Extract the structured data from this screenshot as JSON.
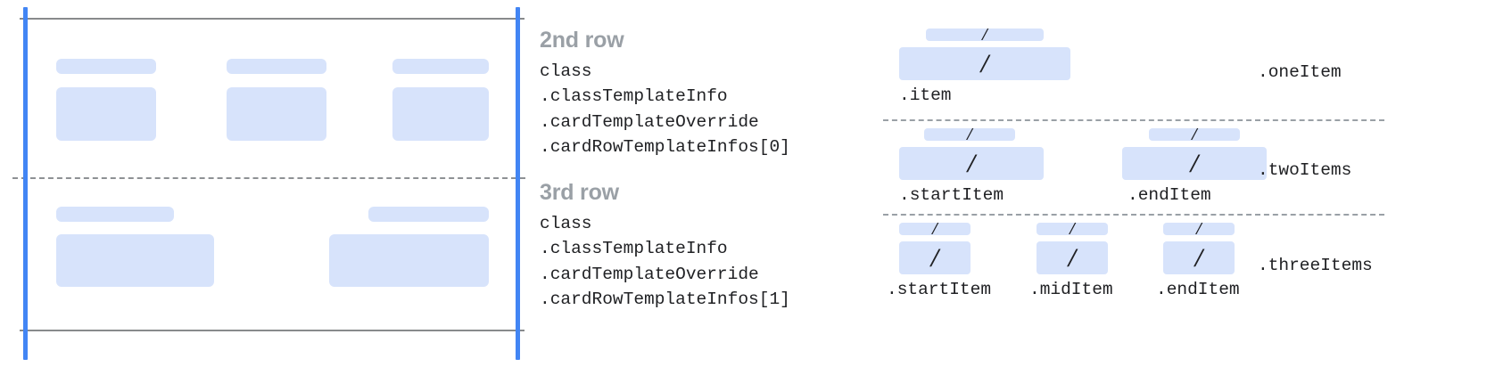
{
  "diagram": {
    "title_color": "#9aa0a6",
    "placeholder_color": "#d7e3fb",
    "guide_color": "#4285f4",
    "rule_color": "#888a8c"
  },
  "card_panel": {
    "rows": [
      {
        "name": "2nd-row",
        "cells": [
          {
            "label_w": 112,
            "body_w": 112,
            "body_h": 68
          },
          {
            "label_w": 112,
            "body_w": 112,
            "body_h": 68
          },
          {
            "label_w": 112,
            "body_w": 112,
            "body_h": 68
          }
        ]
      },
      {
        "name": "3rd-row",
        "cells": [
          {
            "label_w": 132,
            "body_w": 177,
            "body_h": 62
          },
          {
            "label_w": 132,
            "body_w": 177,
            "body_h": 62
          }
        ]
      }
    ]
  },
  "text_blocks": [
    {
      "title": "2nd row",
      "lines": [
        "class",
        ".classTemplateInfo",
        ".cardTemplateOverride",
        ".cardRowTemplateInfos[0]"
      ]
    },
    {
      "title": "3rd row",
      "lines": [
        "class",
        ".classTemplateInfo",
        ".cardTemplateOverride",
        ".cardRowTemplateInfos[1]"
      ]
    }
  ],
  "right_panel": {
    "slash_glyph": "/",
    "groups": [
      {
        "row_label": ".oneItem",
        "items": [
          {
            "sub": ".item",
            "sm_w": 132,
            "lg_w": 192
          }
        ]
      },
      {
        "row_label": ".twoItems",
        "items": [
          {
            "sub": ".startItem",
            "sm_w": 102,
            "lg_w": 162
          },
          {
            "sub": ".endItem",
            "sm_w": 102,
            "lg_w": 162
          }
        ]
      },
      {
        "row_label": ".threeItems",
        "items": [
          {
            "sub": ".startItem",
            "sm_w": 80,
            "lg_w": 80
          },
          {
            "sub": ".midItem",
            "sm_w": 80,
            "lg_w": 80
          },
          {
            "sub": ".endItem",
            "sm_w": 80,
            "lg_w": 80
          }
        ]
      }
    ]
  }
}
